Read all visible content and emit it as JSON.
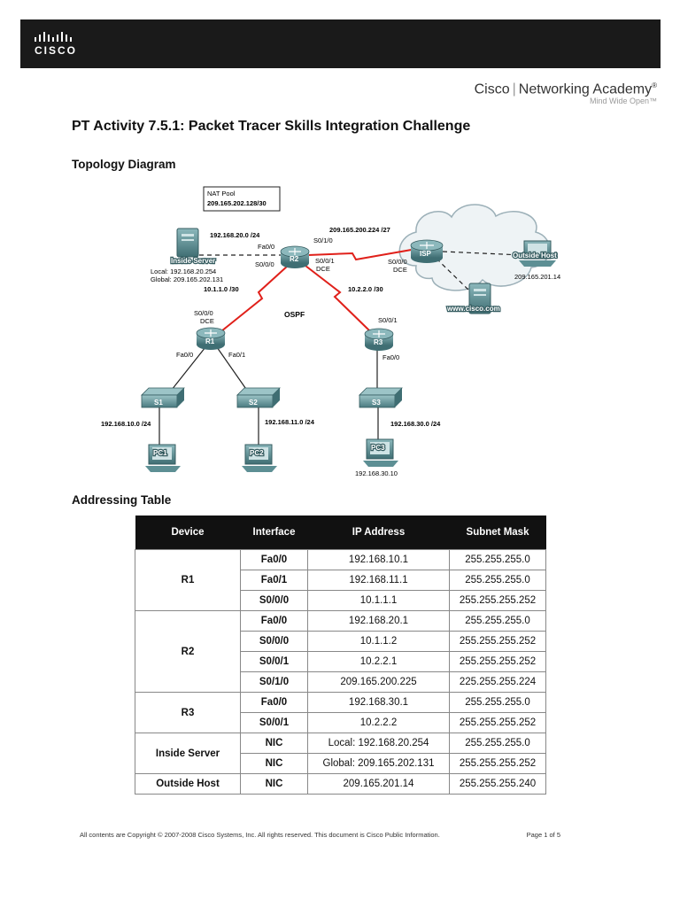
{
  "header": {
    "logo_text": "CISCO",
    "academy_cisco": "Cisco",
    "academy_name": "Networking Academy",
    "academy_mark": "®",
    "academy_tagline": "Mind Wide Open™"
  },
  "title": "PT Activity 7.5.1: Packet Tracer Skills Integration Challenge",
  "topology": {
    "heading": "Topology Diagram",
    "nat_pool_label": "NAT Pool",
    "nat_pool_value": "209.165.202.128/30",
    "inside_server_net": "192.168.20.0 /24",
    "inside_server_name": "Inside Server",
    "inside_server_local": "Local:   192.168.20.254",
    "inside_server_global": "Global: 209.165.202.131",
    "r2_fa": "Fa0/0",
    "r2_s000": "S0/0/0",
    "r2_s010": "S0/1/0",
    "r2_s001": "S0/0/1",
    "r2_s001_dce": "DCE",
    "r2_name": "R2",
    "isp_net": "209.165.200.224 /27",
    "isp_name": "ISP",
    "isp_s000": "S0/0/0",
    "isp_dce": "DCE",
    "outside_host_name": "Outside Host",
    "outside_host_ip": "209.165.201.14",
    "web_name": "www.cisco.com",
    "link_r1_r2": "10.1.1.0 /30",
    "link_r2_r3": "10.2.2.0 /30",
    "ospf": "OSPF",
    "r1_s000": "S0/0/0",
    "r1_dce": "DCE",
    "r1_name": "R1",
    "r1_fa0": "Fa0/0",
    "r1_fa1": "Fa0/1",
    "r3_s001": "S0/0/1",
    "r3_name": "R3",
    "r3_fa0": "Fa0/0",
    "s1_name": "S1",
    "s2_name": "S2",
    "s3_name": "S3",
    "net_s1": "192.168.10.0 /24",
    "net_s2": "192.168.11.0 /24",
    "net_s3": "192.168.30.0 /24",
    "pc1_name": "PC1",
    "pc2_name": "PC2",
    "pc3_name": "PC3",
    "pc3_ip": "192.168.30.10"
  },
  "addressing": {
    "heading": "Addressing Table",
    "columns": [
      "Device",
      "Interface",
      "IP Address",
      "Subnet Mask"
    ],
    "rows": [
      {
        "device": "R1",
        "span": 3,
        "interface": "Fa0/0",
        "ip": "192.168.10.1",
        "mask": "255.255.255.0"
      },
      {
        "device": "",
        "interface": "Fa0/1",
        "ip": "192.168.11.1",
        "mask": "255.255.255.0"
      },
      {
        "device": "",
        "interface": "S0/0/0",
        "ip": "10.1.1.1",
        "mask": "255.255.255.252"
      },
      {
        "device": "R2",
        "span": 4,
        "interface": "Fa0/0",
        "ip": "192.168.20.1",
        "mask": "255.255.255.0"
      },
      {
        "device": "",
        "interface": "S0/0/0",
        "ip": "10.1.1.2",
        "mask": "255.255.255.252"
      },
      {
        "device": "",
        "interface": "S0/0/1",
        "ip": "10.2.2.1",
        "mask": "255.255.255.252"
      },
      {
        "device": "",
        "interface": "S0/1/0",
        "ip": "209.165.200.225",
        "mask": "225.255.255.224"
      },
      {
        "device": "R3",
        "span": 2,
        "interface": "Fa0/0",
        "ip": "192.168.30.1",
        "mask": "255.255.255.0"
      },
      {
        "device": "",
        "interface": "S0/0/1",
        "ip": "10.2.2.2",
        "mask": "255.255.255.252"
      },
      {
        "device": "Inside Server",
        "span": 2,
        "interface": "NIC",
        "ip": "Local: 192.168.20.254",
        "mask": "255.255.255.0"
      },
      {
        "device": "",
        "interface": "NIC",
        "ip": "Global: 209.165.202.131",
        "mask": "255.255.255.252"
      },
      {
        "device": "Outside Host",
        "span": 1,
        "interface": "NIC",
        "ip": "209.165.201.14",
        "mask": "255.255.255.240"
      }
    ]
  },
  "footer": {
    "copyright": "All contents are Copyright © 2007-2008 Cisco Systems, Inc. All rights reserved. This document is Cisco Public Information.",
    "page": "Page 1 of 5"
  },
  "colors": {
    "topbar": "#1a1a1a",
    "device": "#5d8f94",
    "serial_link": "#e0201a",
    "table_header": "#111111"
  }
}
